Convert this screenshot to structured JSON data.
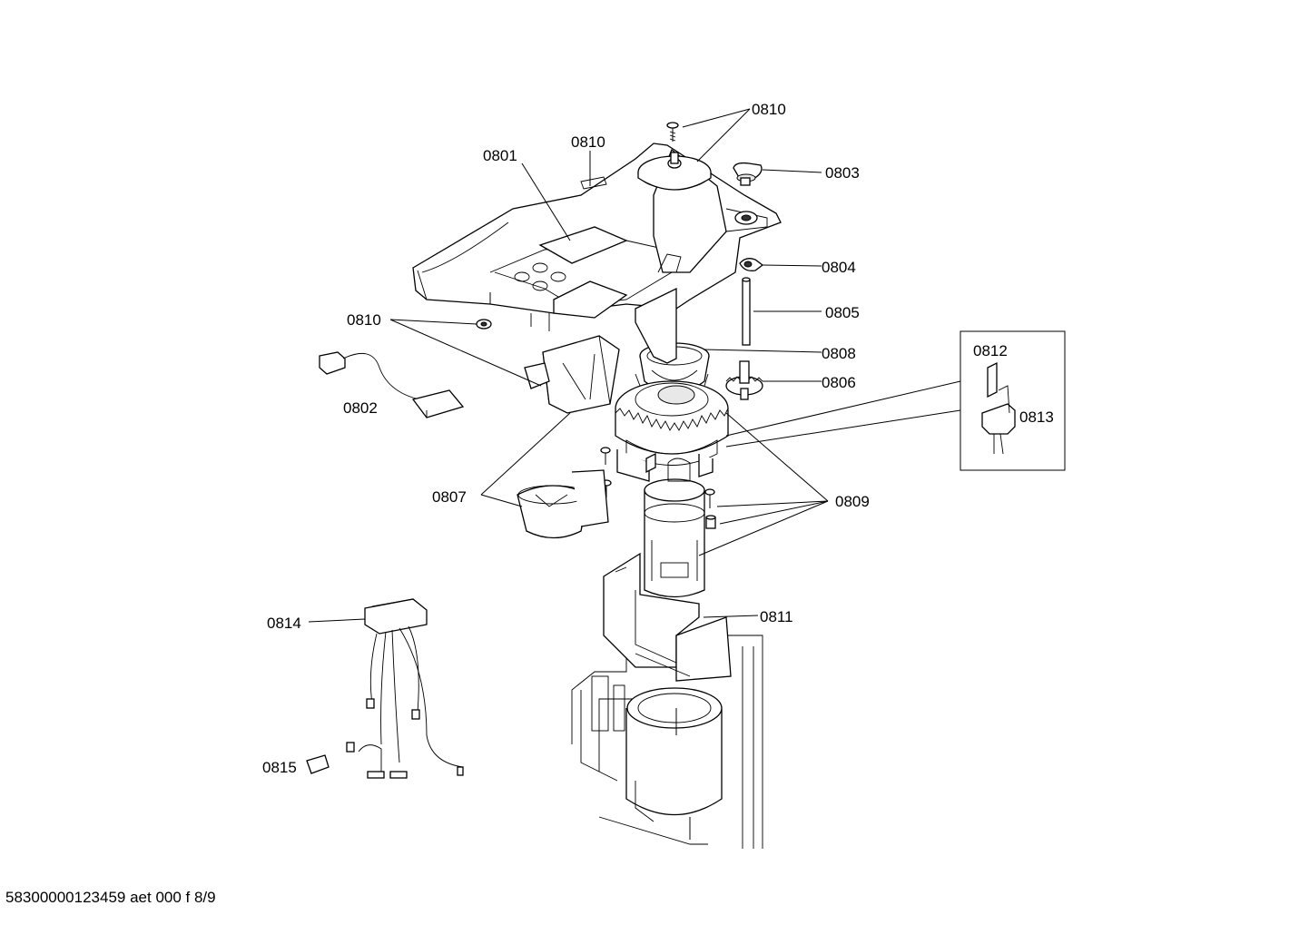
{
  "labels": {
    "p0801": "0801",
    "p0802": "0802",
    "p0803": "0803",
    "p0804": "0804",
    "p0805": "0805",
    "p0806": "0806",
    "p0807": "0807",
    "p0808": "0808",
    "p0809": "0809",
    "p0810_top": "0810",
    "p0810_mid": "0810",
    "p0810_left": "0810",
    "p0811": "0811",
    "p0812": "0812",
    "p0813": "0813",
    "p0814": "0814",
    "p0815": "0815"
  },
  "footer": "58300000123459 aet 000 f 8/9"
}
